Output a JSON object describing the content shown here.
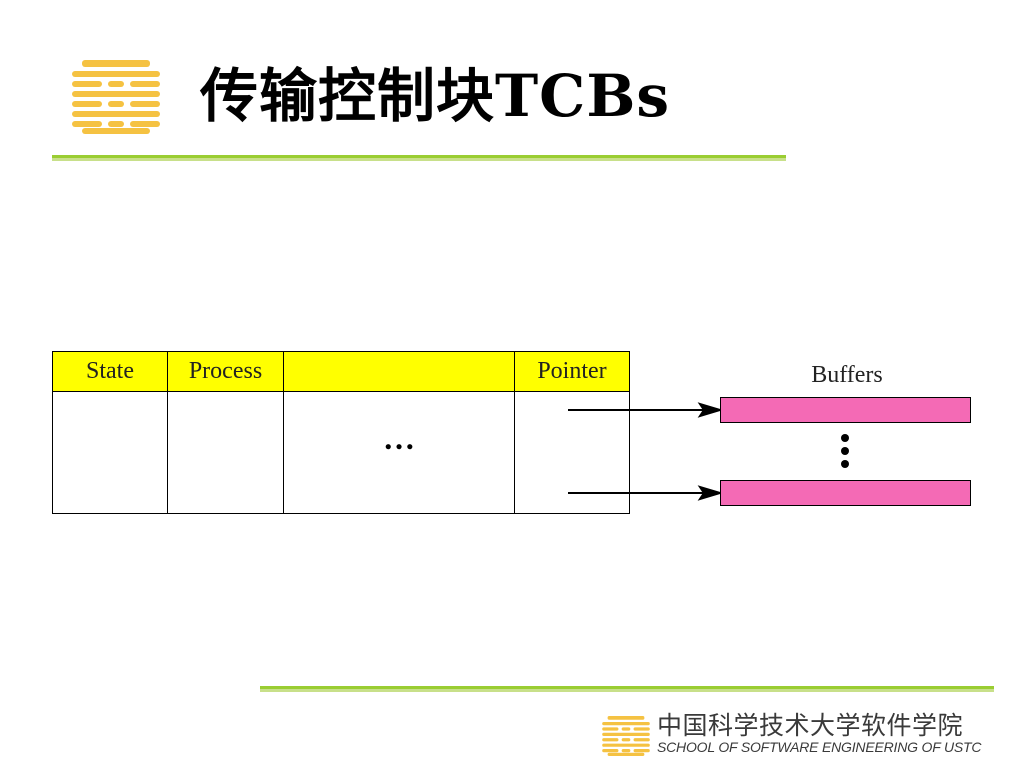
{
  "slide": {
    "title": "传输控制块TCBs",
    "logo_icon": "ustc-stripes-logo",
    "accent_color": "#9acd32",
    "logo_color": "#f5c242"
  },
  "tcb_table": {
    "header_color": "#ffff00",
    "columns": [
      "State",
      "Process",
      "",
      "Pointer"
    ],
    "ellipsis": "…"
  },
  "buffers": {
    "label": "Buffers",
    "color": "#f46ab5",
    "count_shown": 2
  },
  "footer": {
    "school_cn": "中国科学技术大学软件学院",
    "school_en": "SCHOOL OF SOFTWARE ENGINEERING OF USTC"
  }
}
